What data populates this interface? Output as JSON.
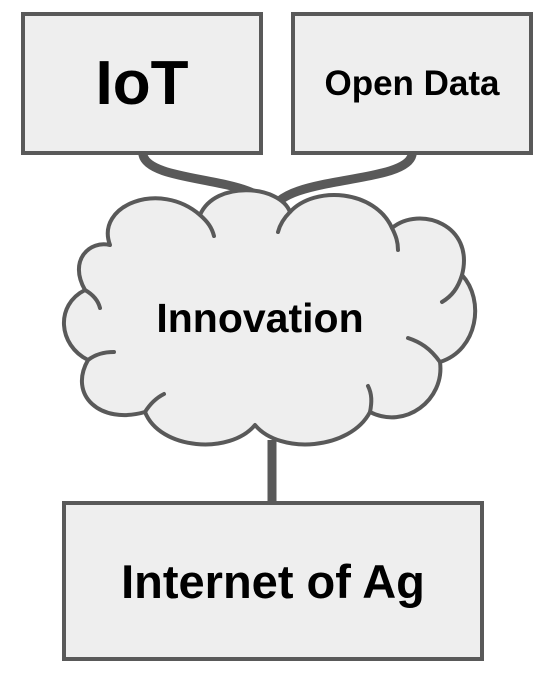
{
  "diagram": {
    "nodes": {
      "iot": {
        "label": "IoT"
      },
      "open_data": {
        "label": "Open Data"
      },
      "innovation": {
        "label": "Innovation"
      },
      "internet_of_ag": {
        "label": "Internet of Ag"
      }
    },
    "edges": [
      {
        "from": "iot",
        "to": "innovation"
      },
      {
        "from": "open_data",
        "to": "innovation"
      },
      {
        "from": "innovation",
        "to": "internet_of_ag"
      }
    ],
    "colors": {
      "stroke": "#595959",
      "fill": "#eeeeee",
      "text": "#000000"
    }
  }
}
